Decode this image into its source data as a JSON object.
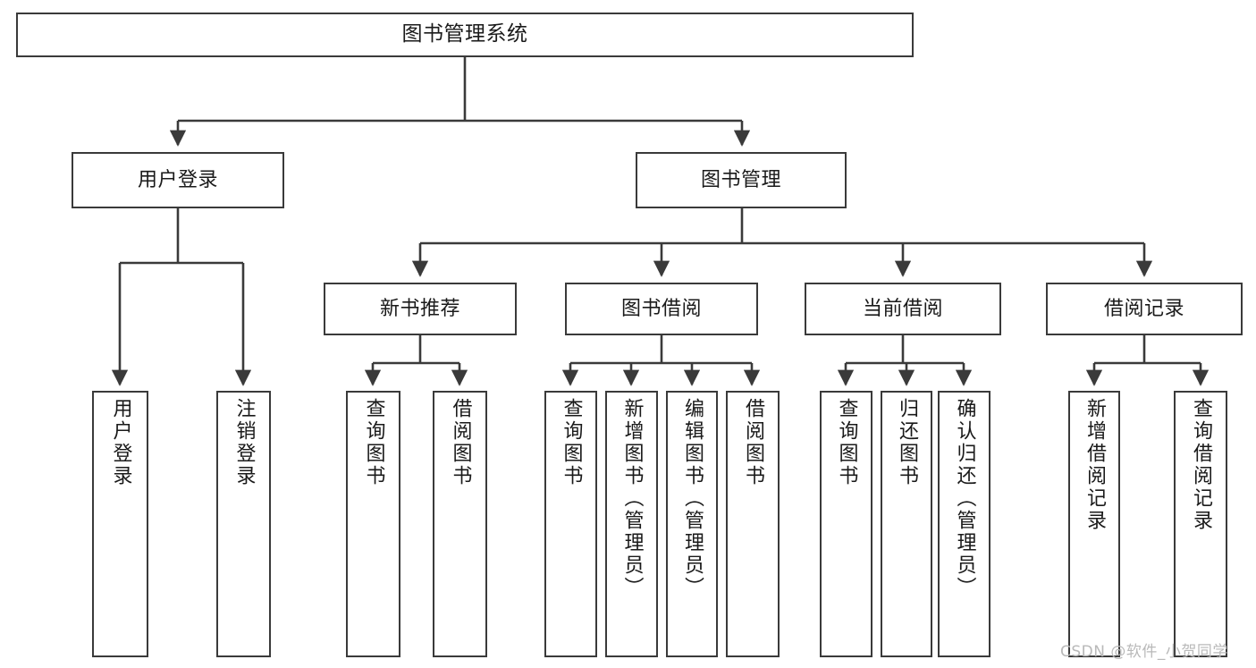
{
  "diagram": {
    "title": "图书管理系统",
    "watermark": "CSDN @软件_小贺同学",
    "colors": {
      "box_border": "#3a3a3a",
      "connector": "#3a3a3a",
      "background": "#ffffff",
      "text": "#1a1a1a",
      "watermark": "#b9b9b9"
    },
    "root": {
      "label": "图书管理系统"
    },
    "level2": [
      {
        "label": "用户登录"
      },
      {
        "label": "图书管理"
      }
    ],
    "level3": [
      {
        "label": "新书推荐"
      },
      {
        "label": "图书借阅"
      },
      {
        "label": "当前借阅"
      },
      {
        "label": "借阅记录"
      }
    ],
    "leaves": {
      "user_login": [
        {
          "label": "用户登录"
        },
        {
          "label": "注销登录"
        }
      ],
      "new_book_recommend": [
        {
          "label": "查询图书"
        },
        {
          "label": "借阅图书"
        }
      ],
      "book_borrow": [
        {
          "label": "查询图书"
        },
        {
          "label": "新增图书（管理员）"
        },
        {
          "label": "编辑图书（管理员）"
        },
        {
          "label": "借阅图书"
        }
      ],
      "current_borrow": [
        {
          "label": "查询图书"
        },
        {
          "label": "归还图书"
        },
        {
          "label": "确认归还（管理员）"
        }
      ],
      "borrow_record": [
        {
          "label": "新增借阅记录"
        },
        {
          "label": "查询借阅记录"
        }
      ]
    }
  }
}
